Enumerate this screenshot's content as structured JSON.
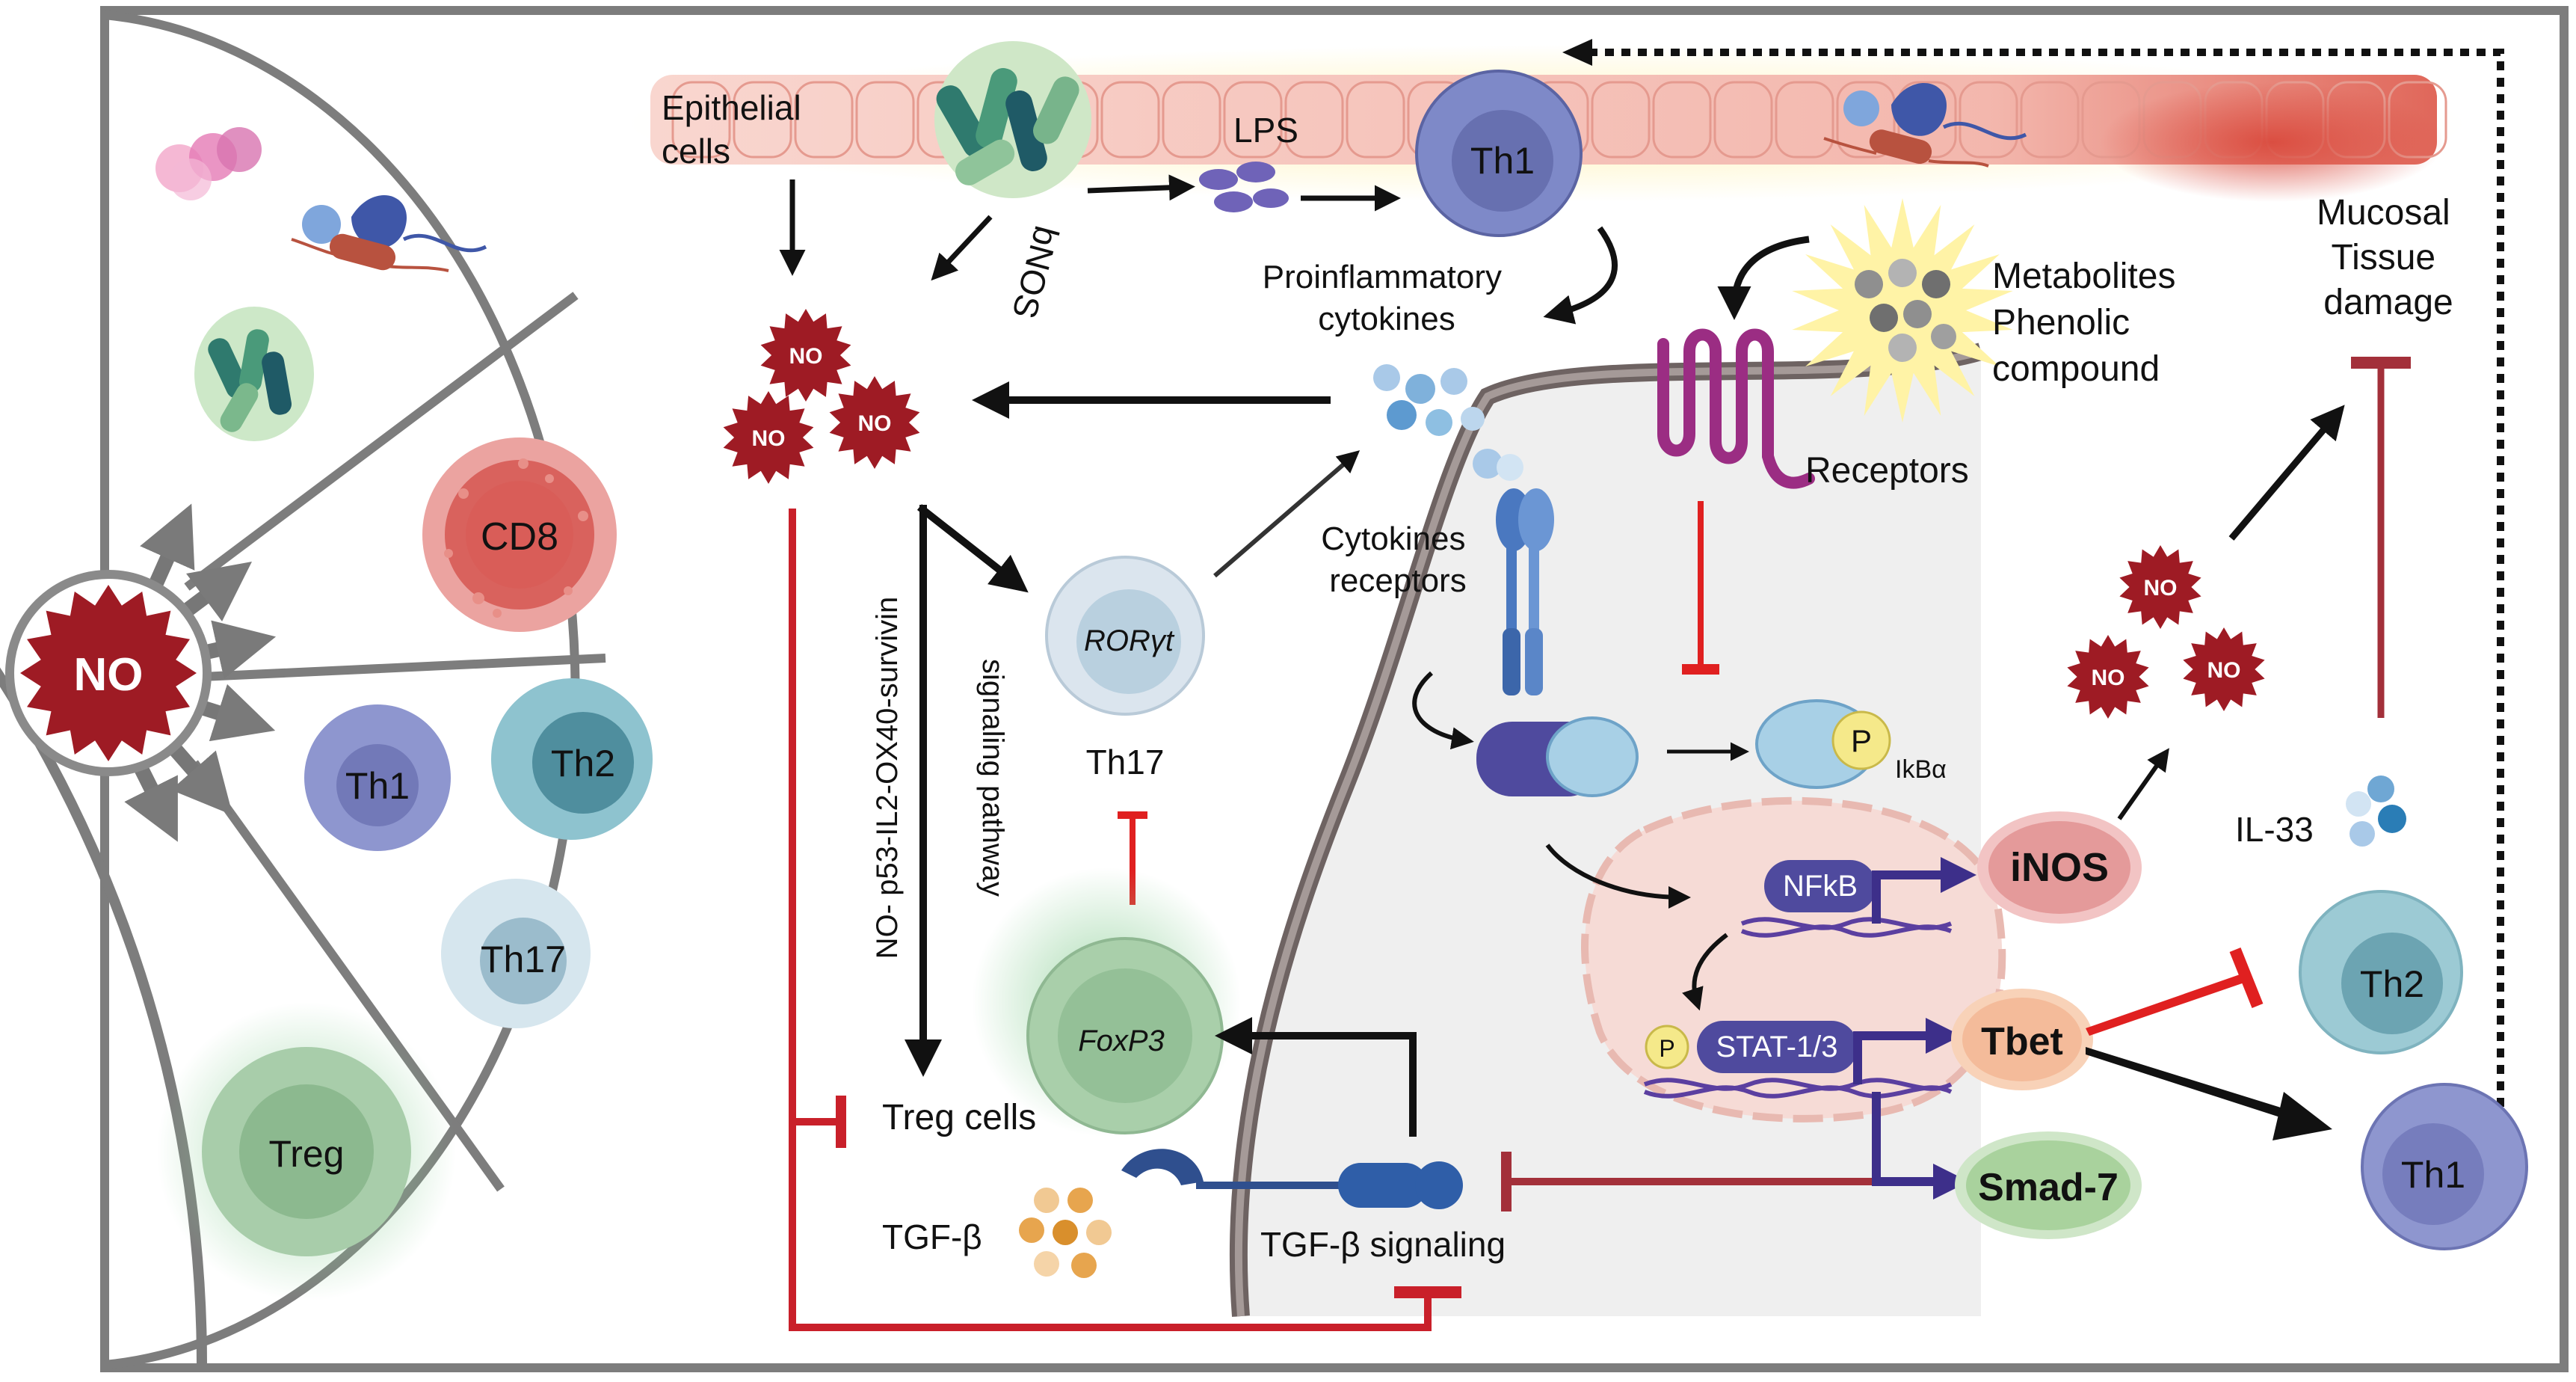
{
  "nitric_oxide_hub": {
    "label": "NO"
  },
  "immune_panel": {
    "cd8": "CD8",
    "th1": "Th1",
    "th2": "Th2",
    "th17": "Th17",
    "treg": "Treg"
  },
  "epithelium": {
    "epithelial_cells": [
      "Epithelial",
      "cells"
    ],
    "lps": "LPS",
    "bnos": "bNOS",
    "th1_cell": "Th1"
  },
  "no_cluster": [
    "NO",
    "NO",
    "NO"
  ],
  "cytokines": {
    "proinflammatory": [
      "Proinflammatory",
      "cytokines"
    ],
    "cytokines_receptors": [
      "Cytokines",
      "receptors"
    ]
  },
  "pathway": {
    "line1": "NO- p53-IL2-OX40-survivin",
    "line2": "signaling pathway"
  },
  "th17_cell": {
    "factor": "RORγt",
    "label": "Th17"
  },
  "treg_cell": {
    "factor": "FoxP3",
    "label": "Treg cells"
  },
  "tgf": {
    "ligand": "TGF-β",
    "signaling": "TGF-β signaling"
  },
  "metabolites": [
    "Metabolites",
    "Phenolic",
    "compound"
  ],
  "receptors_label": "Receptors",
  "ikba": {
    "p": "P",
    "label": "IkBα"
  },
  "nucleus": {
    "nfkb": "NFkB",
    "stat": "STAT-1/3",
    "p": "P"
  },
  "outputs": {
    "inos": "iNOS",
    "tbet": "Tbet",
    "smad7": "Smad-7"
  },
  "right_no_cluster": [
    "NO",
    "NO",
    "NO"
  ],
  "mucosal": [
    "Mucosal",
    "Tissue",
    "damage"
  ],
  "il33": "IL-33",
  "right_cells": {
    "th2": "Th2",
    "th1": "Th1"
  }
}
